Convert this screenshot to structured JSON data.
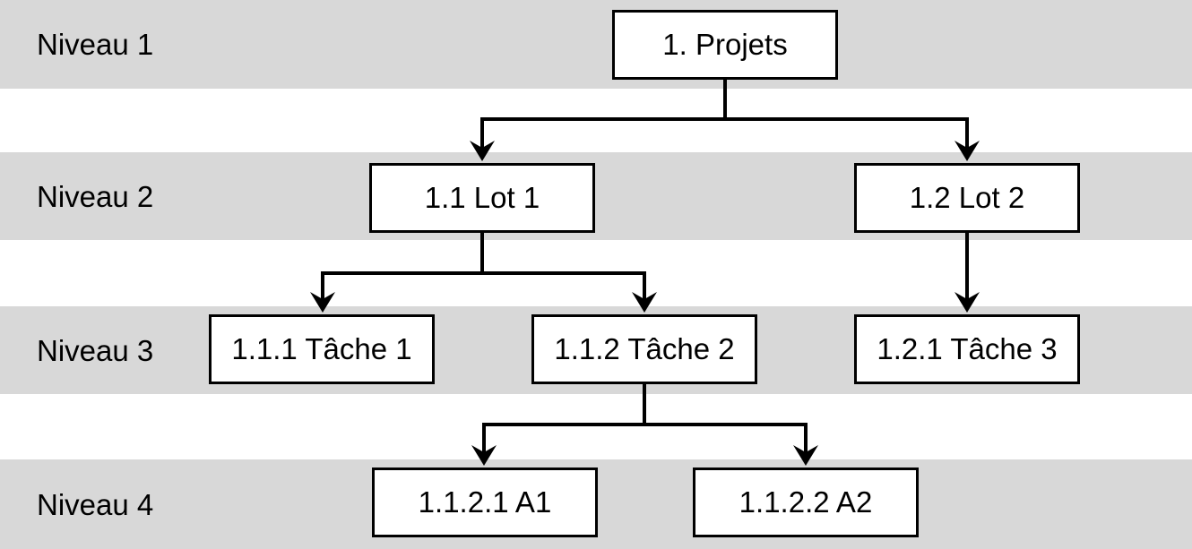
{
  "diagram": {
    "type": "wbs-tree",
    "levels": [
      {
        "label": "Niveau 1"
      },
      {
        "label": "Niveau 2"
      },
      {
        "label": "Niveau 3"
      },
      {
        "label": "Niveau 4"
      }
    ],
    "hierarchy": {
      "id": "1",
      "label": "1. Projets",
      "level": 1,
      "children": [
        {
          "id": "1.1",
          "label": "1.1 Lot 1",
          "level": 2,
          "children": [
            {
              "id": "1.1.1",
              "label": "1.1.1 Tâche 1",
              "level": 3,
              "children": []
            },
            {
              "id": "1.1.2",
              "label": "1.1.2 Tâche 2",
              "level": 3,
              "children": [
                {
                  "id": "1.1.2.1",
                  "label": "1.1.2.1 A1",
                  "level": 4,
                  "children": []
                },
                {
                  "id": "1.1.2.2",
                  "label": "1.1.2.2 A2",
                  "level": 4,
                  "children": []
                }
              ]
            }
          ]
        },
        {
          "id": "1.2",
          "label": "1.2 Lot 2",
          "level": 2,
          "children": [
            {
              "id": "1.2.1",
              "label": "1.2.1 Tâche 3",
              "level": 3,
              "children": []
            }
          ]
        }
      ]
    },
    "edges": [
      [
        "1",
        "1.1"
      ],
      [
        "1",
        "1.2"
      ],
      [
        "1.1",
        "1.1.1"
      ],
      [
        "1.1",
        "1.1.2"
      ],
      [
        "1.2",
        "1.2.1"
      ],
      [
        "1.1.2",
        "1.1.2.1"
      ],
      [
        "1.1.2",
        "1.1.2.2"
      ]
    ],
    "colors": {
      "band": "#d8d8d8",
      "background": "#ffffff",
      "box_fill": "#ffffff",
      "box_border": "#000000",
      "line": "#000000",
      "text": "#000000"
    }
  }
}
